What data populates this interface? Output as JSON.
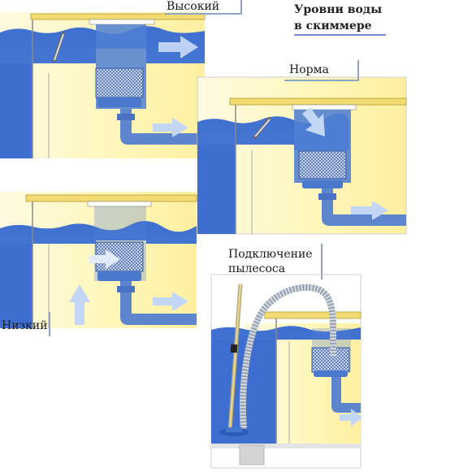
{
  "title": {
    "line1": "Уровни воды",
    "line2": "в скиммере"
  },
  "labels": {
    "high": "Высокий",
    "normal": "Норма",
    "low": "Низкий",
    "vacuum_line1": "Подключение",
    "vacuum_line2": "пылесоса"
  },
  "colors": {
    "water": "#4d7fd6",
    "water_dark": "#3c6cc8",
    "pool_wall": "#fbf8d2",
    "yellow": "#fff3a0",
    "pipe": "#5d86cf",
    "arrow": "#b4cdf3",
    "deck": "#f6e58c",
    "line": "#c9c9c9"
  }
}
